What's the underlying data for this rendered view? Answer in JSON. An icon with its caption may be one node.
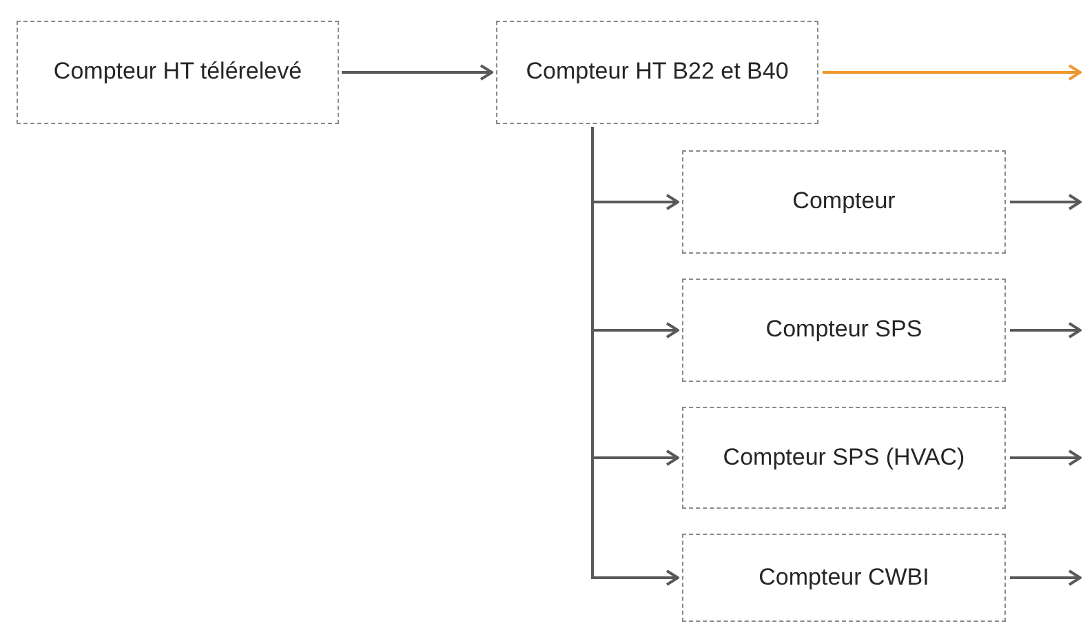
{
  "diagram": {
    "nodes": [
      {
        "text": [
          "Compteur HT télérelevé"
        ]
      },
      {
        "text": [
          "Compteur HT B22 et B40"
        ]
      },
      {
        "text": [
          "Compteur"
        ]
      },
      {
        "text": [
          "Compteur SPS"
        ]
      },
      {
        "text": [
          "Compteur SPS (HVAC)"
        ]
      },
      {
        "text": [
          "Compteur CWBI"
        ]
      }
    ],
    "edges": [
      {
        "from": 0,
        "to": 1,
        "arrow": "to"
      },
      {
        "from": 1,
        "to": 2,
        "arrow": "to"
      },
      {
        "from": 1,
        "to": 3,
        "arrow": "to"
      },
      {
        "from": 1,
        "to": 4,
        "arrow": "to"
      },
      {
        "from": 1,
        "to": 5,
        "arrow": "to"
      },
      {
        "from": 1,
        "to": null,
        "arrow": "to",
        "color": "#f0962e"
      },
      {
        "from": 2,
        "to": null,
        "arrow": "to"
      },
      {
        "from": 3,
        "to": null,
        "arrow": "to"
      },
      {
        "from": 4,
        "to": null,
        "arrow": "to"
      },
      {
        "from": 5,
        "to": null,
        "arrow": "to"
      }
    ]
  }
}
